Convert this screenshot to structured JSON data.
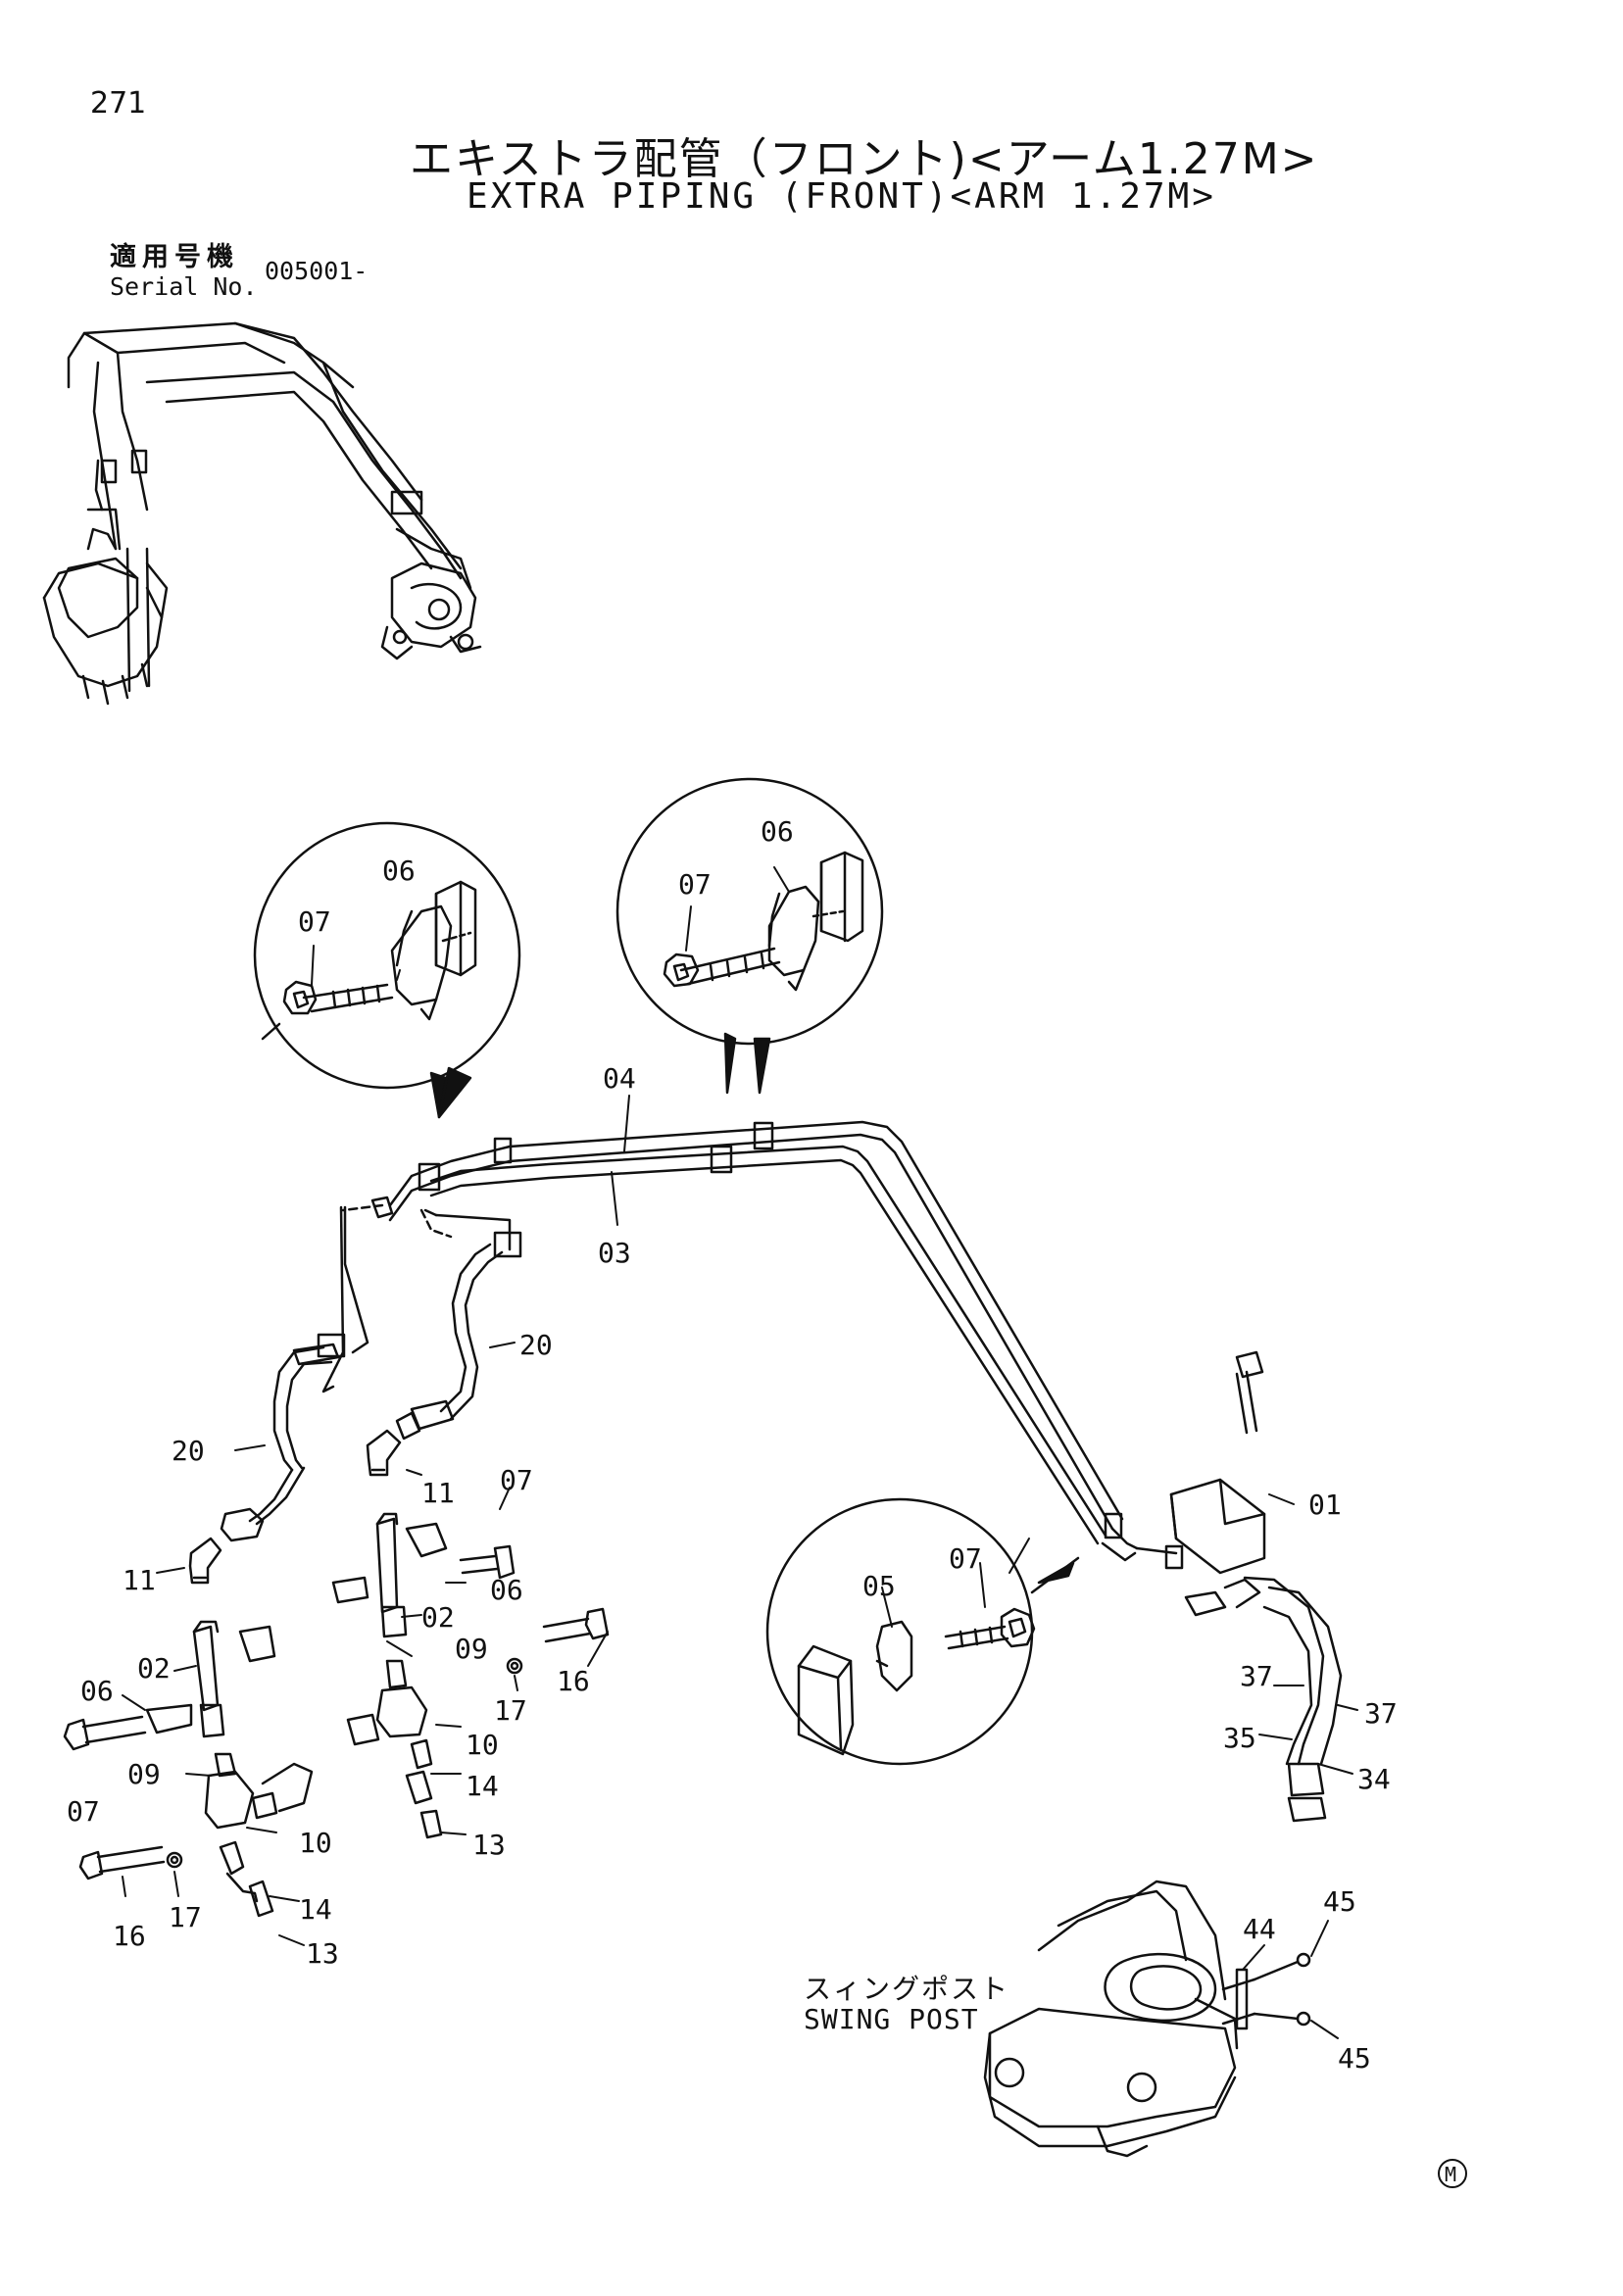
{
  "page": {
    "number": "271",
    "title_jp": "エキストラ配管（フロント)<アーム1.27M>",
    "title_en": "EXTRA PIPING (FRONT)<ARM 1.27M>",
    "serial_label_jp": "適用号機",
    "serial_label_en": "Serial No.",
    "serial_value": "005001-",
    "mark": "M"
  },
  "swing_post": {
    "label_jp": "スィングポスト",
    "label_en": "SWING POST"
  },
  "callouts": {
    "c01": "01",
    "c02a": "02",
    "c02b": "02",
    "c03": "03",
    "c04": "04",
    "c05": "05",
    "c06a": "06",
    "c06b": "06",
    "c06c": "06",
    "c06d": "06",
    "c07a": "07",
    "c07b": "07",
    "c07c": "07",
    "c07d": "07",
    "c07e": "07",
    "c09a": "09",
    "c09b": "09",
    "c10a": "10",
    "c10b": "10",
    "c11a": "11",
    "c11b": "11",
    "c13a": "13",
    "c13b": "13",
    "c14a": "14",
    "c14b": "14",
    "c16a": "16",
    "c16b": "16",
    "c17a": "17",
    "c17b": "17",
    "c20a": "20",
    "c20b": "20",
    "c34": "34",
    "c35": "35",
    "c37a": "37",
    "c37b": "37",
    "c44": "44",
    "c45a": "45",
    "c45b": "45"
  }
}
